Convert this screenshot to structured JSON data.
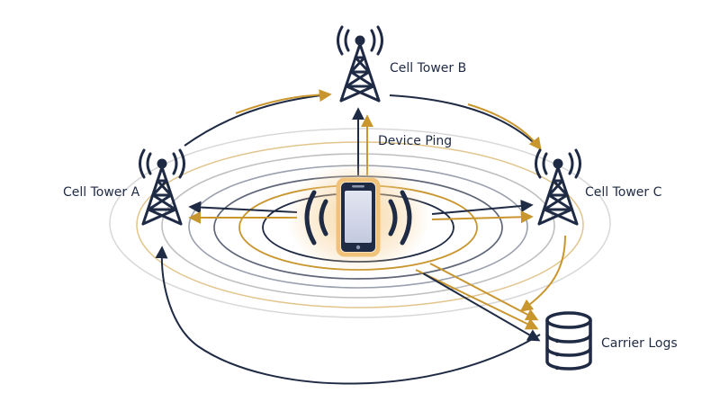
{
  "labels": {
    "tower_a": "Cell Tower A",
    "tower_b": "Cell Tower B",
    "tower_c": "Cell Tower C",
    "ping": "Device Ping",
    "logs": "Carrier Logs"
  },
  "colors": {
    "navy": "#1f2a44",
    "gold": "#c9962e",
    "phone_screen": "#d3d8ea",
    "glow": "#f3c98a"
  },
  "icons": [
    "cell-tower-icon",
    "smartphone-icon",
    "signal-wave-icon",
    "database-icon"
  ]
}
